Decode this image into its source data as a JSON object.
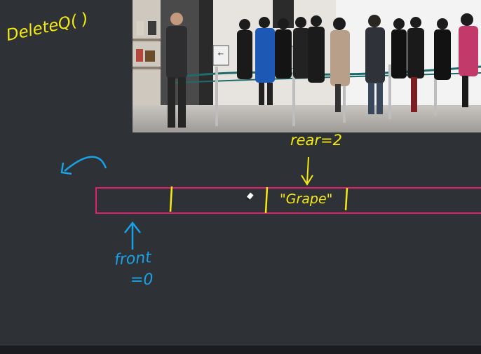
{
  "annotations": {
    "function_call": "DeleteQ( )",
    "rear_label": "rear=2",
    "front_label": "front",
    "front_value": "=0",
    "queue_cell_value": "\"Grape\""
  },
  "colors": {
    "background": "#2e3136",
    "yellow_ink": "#f5e90f",
    "blue_ink": "#19a2e6",
    "magenta_ink": "#e0206a"
  },
  "icons": {
    "curved_arrow": "curved-arrow-icon",
    "pointer": "pen-cursor-icon"
  }
}
